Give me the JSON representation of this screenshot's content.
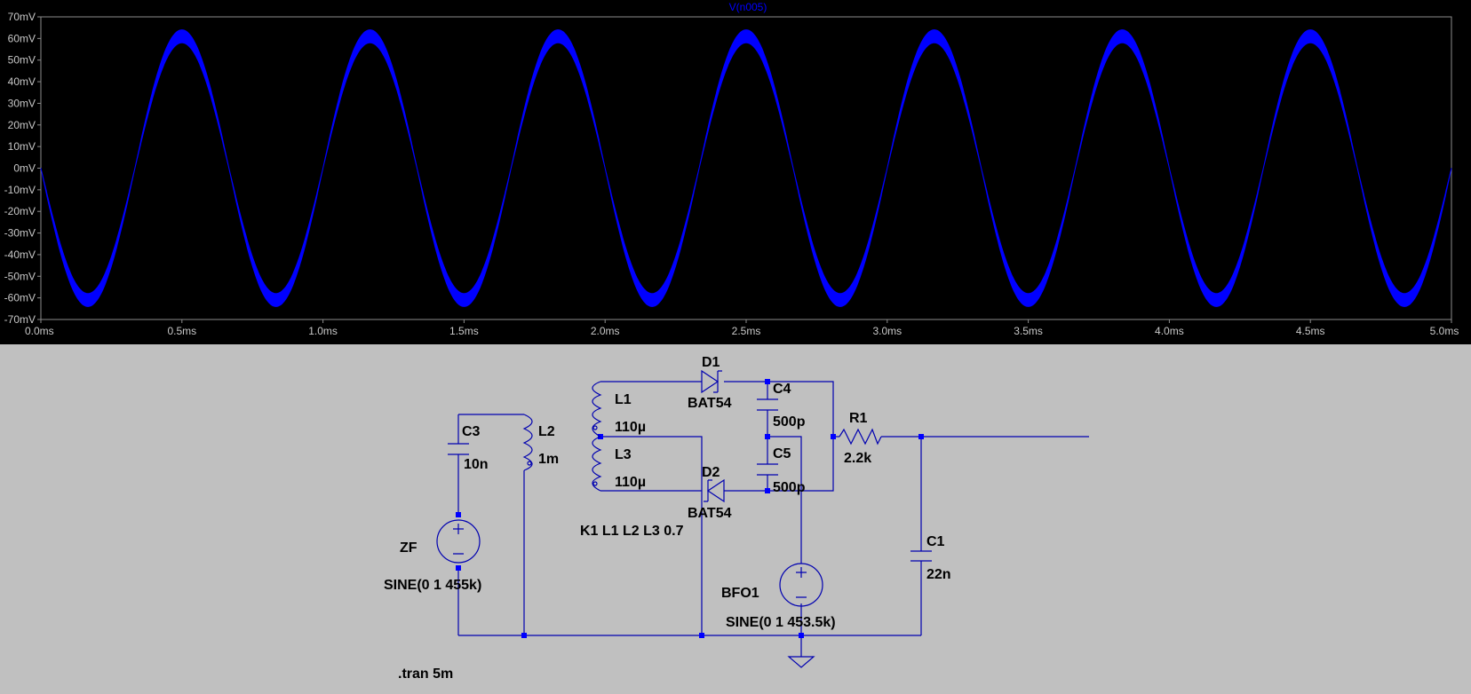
{
  "plot": {
    "trace_name": "V(n005)",
    "trace_color": "#0000ff",
    "background": "#000000"
  },
  "chart_data": {
    "type": "line",
    "title": "V(n005)",
    "x_unit": "ms",
    "y_unit": "mV",
    "xlim": [
      0.0,
      5.0
    ],
    "ylim": [
      -70,
      70
    ],
    "x_ticks": [
      "0.0ms",
      "0.5ms",
      "1.0ms",
      "1.5ms",
      "2.0ms",
      "2.5ms",
      "3.0ms",
      "3.5ms",
      "4.0ms",
      "4.5ms",
      "5.0ms"
    ],
    "y_ticks": [
      "70mV",
      "60mV",
      "50mV",
      "40mV",
      "30mV",
      "20mV",
      "10mV",
      "0mV",
      "-10mV",
      "-20mV",
      "-30mV",
      "-40mV",
      "-50mV",
      "-60mV",
      "-70mV"
    ],
    "series": [
      {
        "color": "#0000ff",
        "frequency_hz": 1500,
        "amplitude_outer_mV": 64,
        "amplitude_inner_mV": 58,
        "phase": "starts near 0mV and falls"
      }
    ]
  },
  "schematic": {
    "labels": {
      "d1_name": "D1",
      "d1_model": "BAT54",
      "d2_name": "D2",
      "d2_model": "BAT54",
      "c4_name": "C4",
      "c4_value": "500p",
      "c5_name": "C5",
      "c5_value": "500p",
      "r1_name": "R1",
      "r1_value": "2.2k",
      "l1_name": "L1",
      "l1_value": "110µ",
      "l3_name": "L3",
      "l3_value": "110µ",
      "l2_name": "L2",
      "l2_value": "1m",
      "c3_name": "C3",
      "c3_value": "10n",
      "c1_name": "C1",
      "c1_value": "22n",
      "zf_name": "ZF",
      "zf_value": "SINE(0 1 455k)",
      "bfo_name": "BFO1",
      "bfo_value": "SINE(0 1 453.5k)",
      "coupling": "K1 L1 L2 L3 0.7",
      "tran": ".tran 5m"
    }
  }
}
